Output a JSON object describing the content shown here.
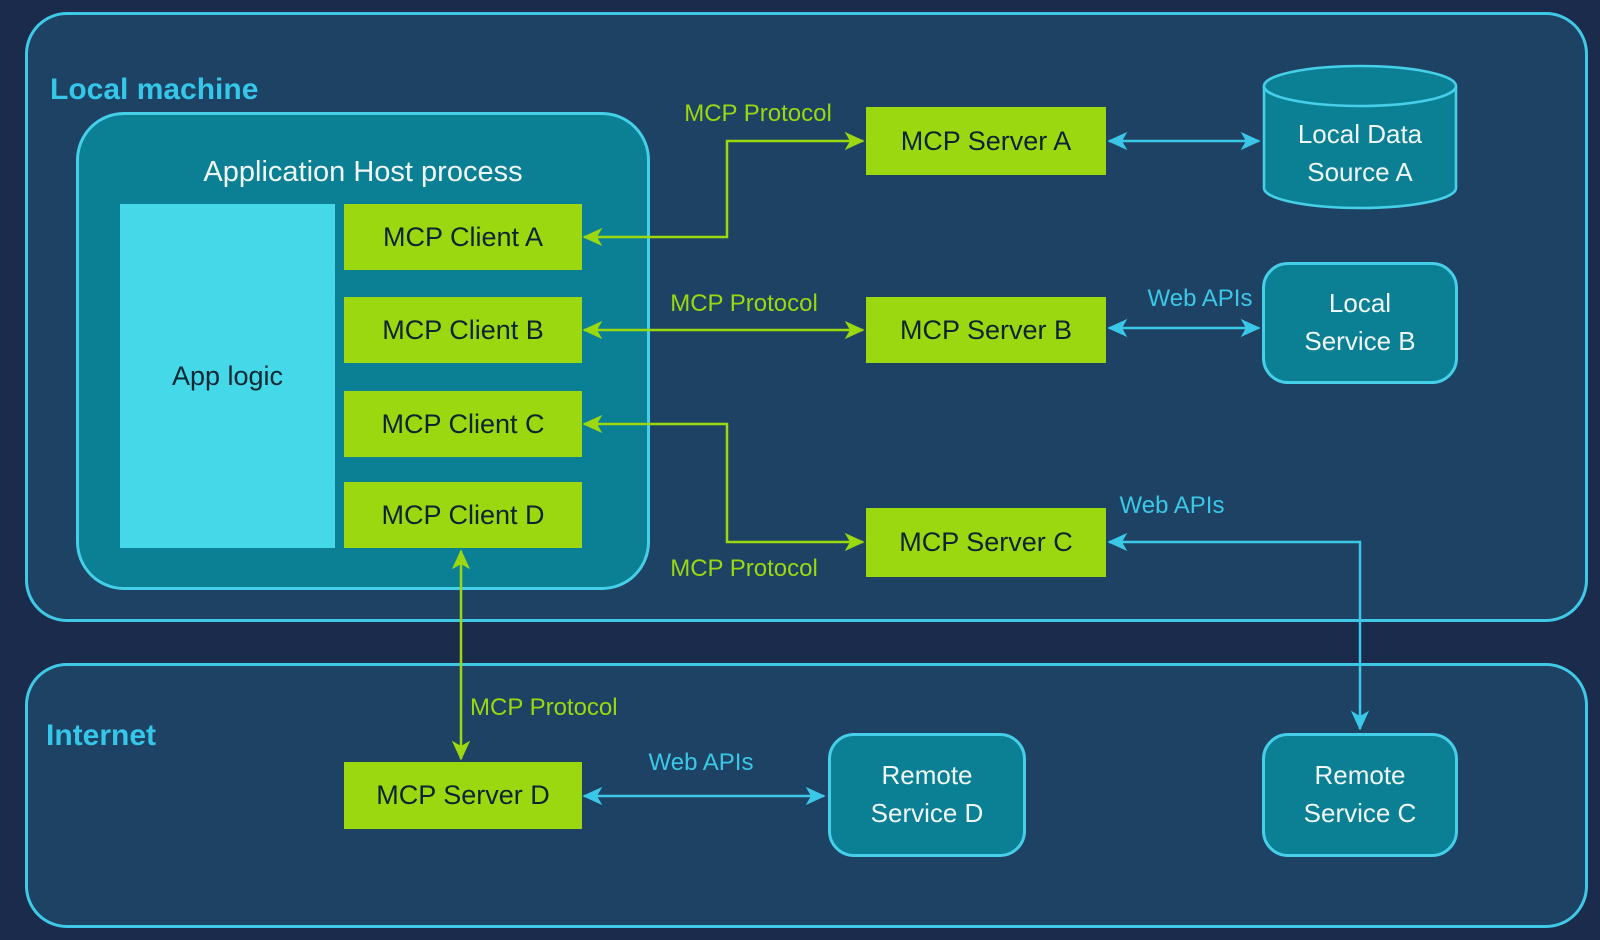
{
  "colors": {
    "page_bg": "#1a2b4c",
    "container_bg": "#1e4263",
    "accent_cyan": "#40c9e6",
    "accent_green": "#9bd80f",
    "node_teal": "#0b8094",
    "app_logic_cyan": "#45d8e9",
    "text_dark": "#0e2433",
    "text_light": "#f0f6f7",
    "title_cyan": "#35c7ea"
  },
  "local_machine": {
    "title": "Local machine",
    "app_host": {
      "title": "Application Host process",
      "app_logic": "App logic",
      "clients": [
        {
          "label": "MCP Client A"
        },
        {
          "label": "MCP Client B"
        },
        {
          "label": "MCP Client C"
        },
        {
          "label": "MCP Client D"
        }
      ]
    },
    "servers": [
      {
        "label": "MCP Server A"
      },
      {
        "label": "MCP Server B"
      },
      {
        "label": "MCP Server C"
      }
    ],
    "resources": [
      {
        "label": "Local Data\nSource A",
        "shape": "cylinder"
      },
      {
        "label": "Local\nService B",
        "shape": "rounded-box"
      }
    ]
  },
  "internet": {
    "title": "Internet",
    "servers": [
      {
        "label": "MCP Server D"
      }
    ],
    "resources": [
      {
        "label": "Remote\nService D",
        "shape": "rounded-box"
      },
      {
        "label": "Remote\nService C",
        "shape": "rounded-box"
      }
    ]
  },
  "edges": [
    {
      "from": "MCP Client A",
      "to": "MCP Server A",
      "label": "MCP Protocol"
    },
    {
      "from": "MCP Client B",
      "to": "MCP Server B",
      "label": "MCP Protocol"
    },
    {
      "from": "MCP Client C",
      "to": "MCP Server C",
      "label": "MCP Protocol"
    },
    {
      "from": "MCP Client D",
      "to": "MCP Server D",
      "label": "MCP Protocol"
    },
    {
      "from": "MCP Server A",
      "to": "Local Data Source A"
    },
    {
      "from": "MCP Server B",
      "to": "Local Service B",
      "label": "Web APIs"
    },
    {
      "from": "MCP Server C",
      "to": "Remote Service C",
      "label": "Web APIs"
    },
    {
      "from": "MCP Server D",
      "to": "Remote Service D",
      "label": "Web APIs"
    }
  ]
}
